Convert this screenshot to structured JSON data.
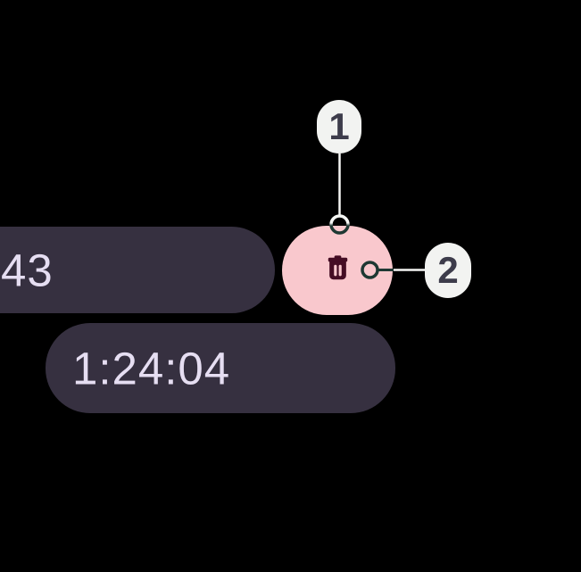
{
  "colors": {
    "bg": "#000000",
    "pill": "#363040",
    "pill-text": "#e6def2",
    "pink": "#f9c8cd",
    "trash": "#450d24",
    "badge-bg": "#f2f3f1",
    "badge-text": "#3d3c4b",
    "line-light": "#f5f6f4",
    "line-dark": "#1e3833"
  },
  "times": {
    "partial": "43",
    "full": "1:24:04"
  },
  "delete_button": {
    "icon": "trash-icon"
  },
  "annotations": {
    "callout_1": "1",
    "callout_2": "2"
  }
}
